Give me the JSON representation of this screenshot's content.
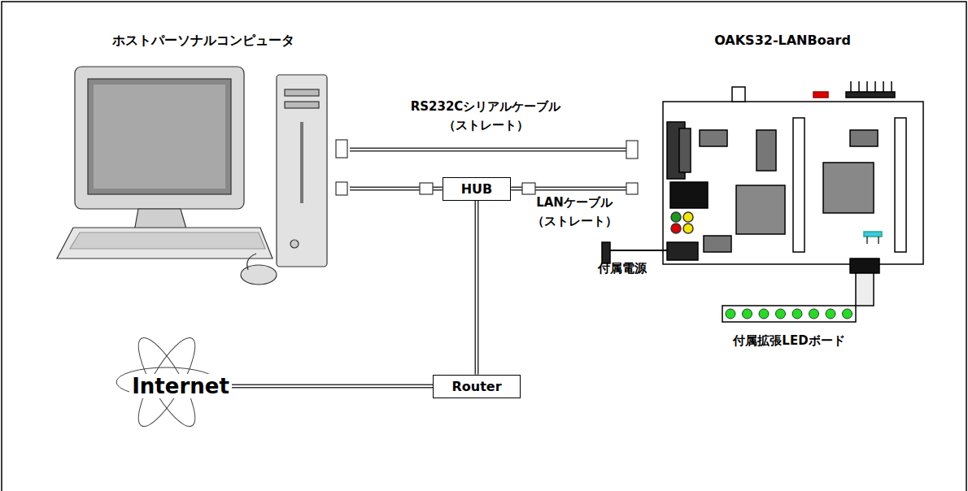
{
  "diagram": {
    "nodes": [
      {
        "text": [
          "ホストパーソナルコンピュータ"
        ]
      },
      {
        "text": [
          "HUB"
        ]
      },
      {
        "text": [
          "OAKS32-LANBoard"
        ]
      },
      {
        "text": [
          "Router"
        ]
      },
      {
        "text": [
          "Internet"
        ]
      }
    ],
    "edges": [
      {
        "from": 0,
        "to": 1,
        "arrow": "none"
      },
      {
        "from": 1,
        "to": 2,
        "label": "LANケーブル （ストレート）",
        "arrow": "none"
      },
      {
        "from": 0,
        "to": 2,
        "label": "RS232Cシリアルケーブル （ストレート）",
        "arrow": "none"
      },
      {
        "from": 1,
        "to": 3,
        "arrow": "none"
      },
      {
        "from": 3,
        "to": 4,
        "arrow": "none"
      }
    ],
    "labels": [
      "付属電源",
      "付属拡張LEDボード"
    ]
  }
}
